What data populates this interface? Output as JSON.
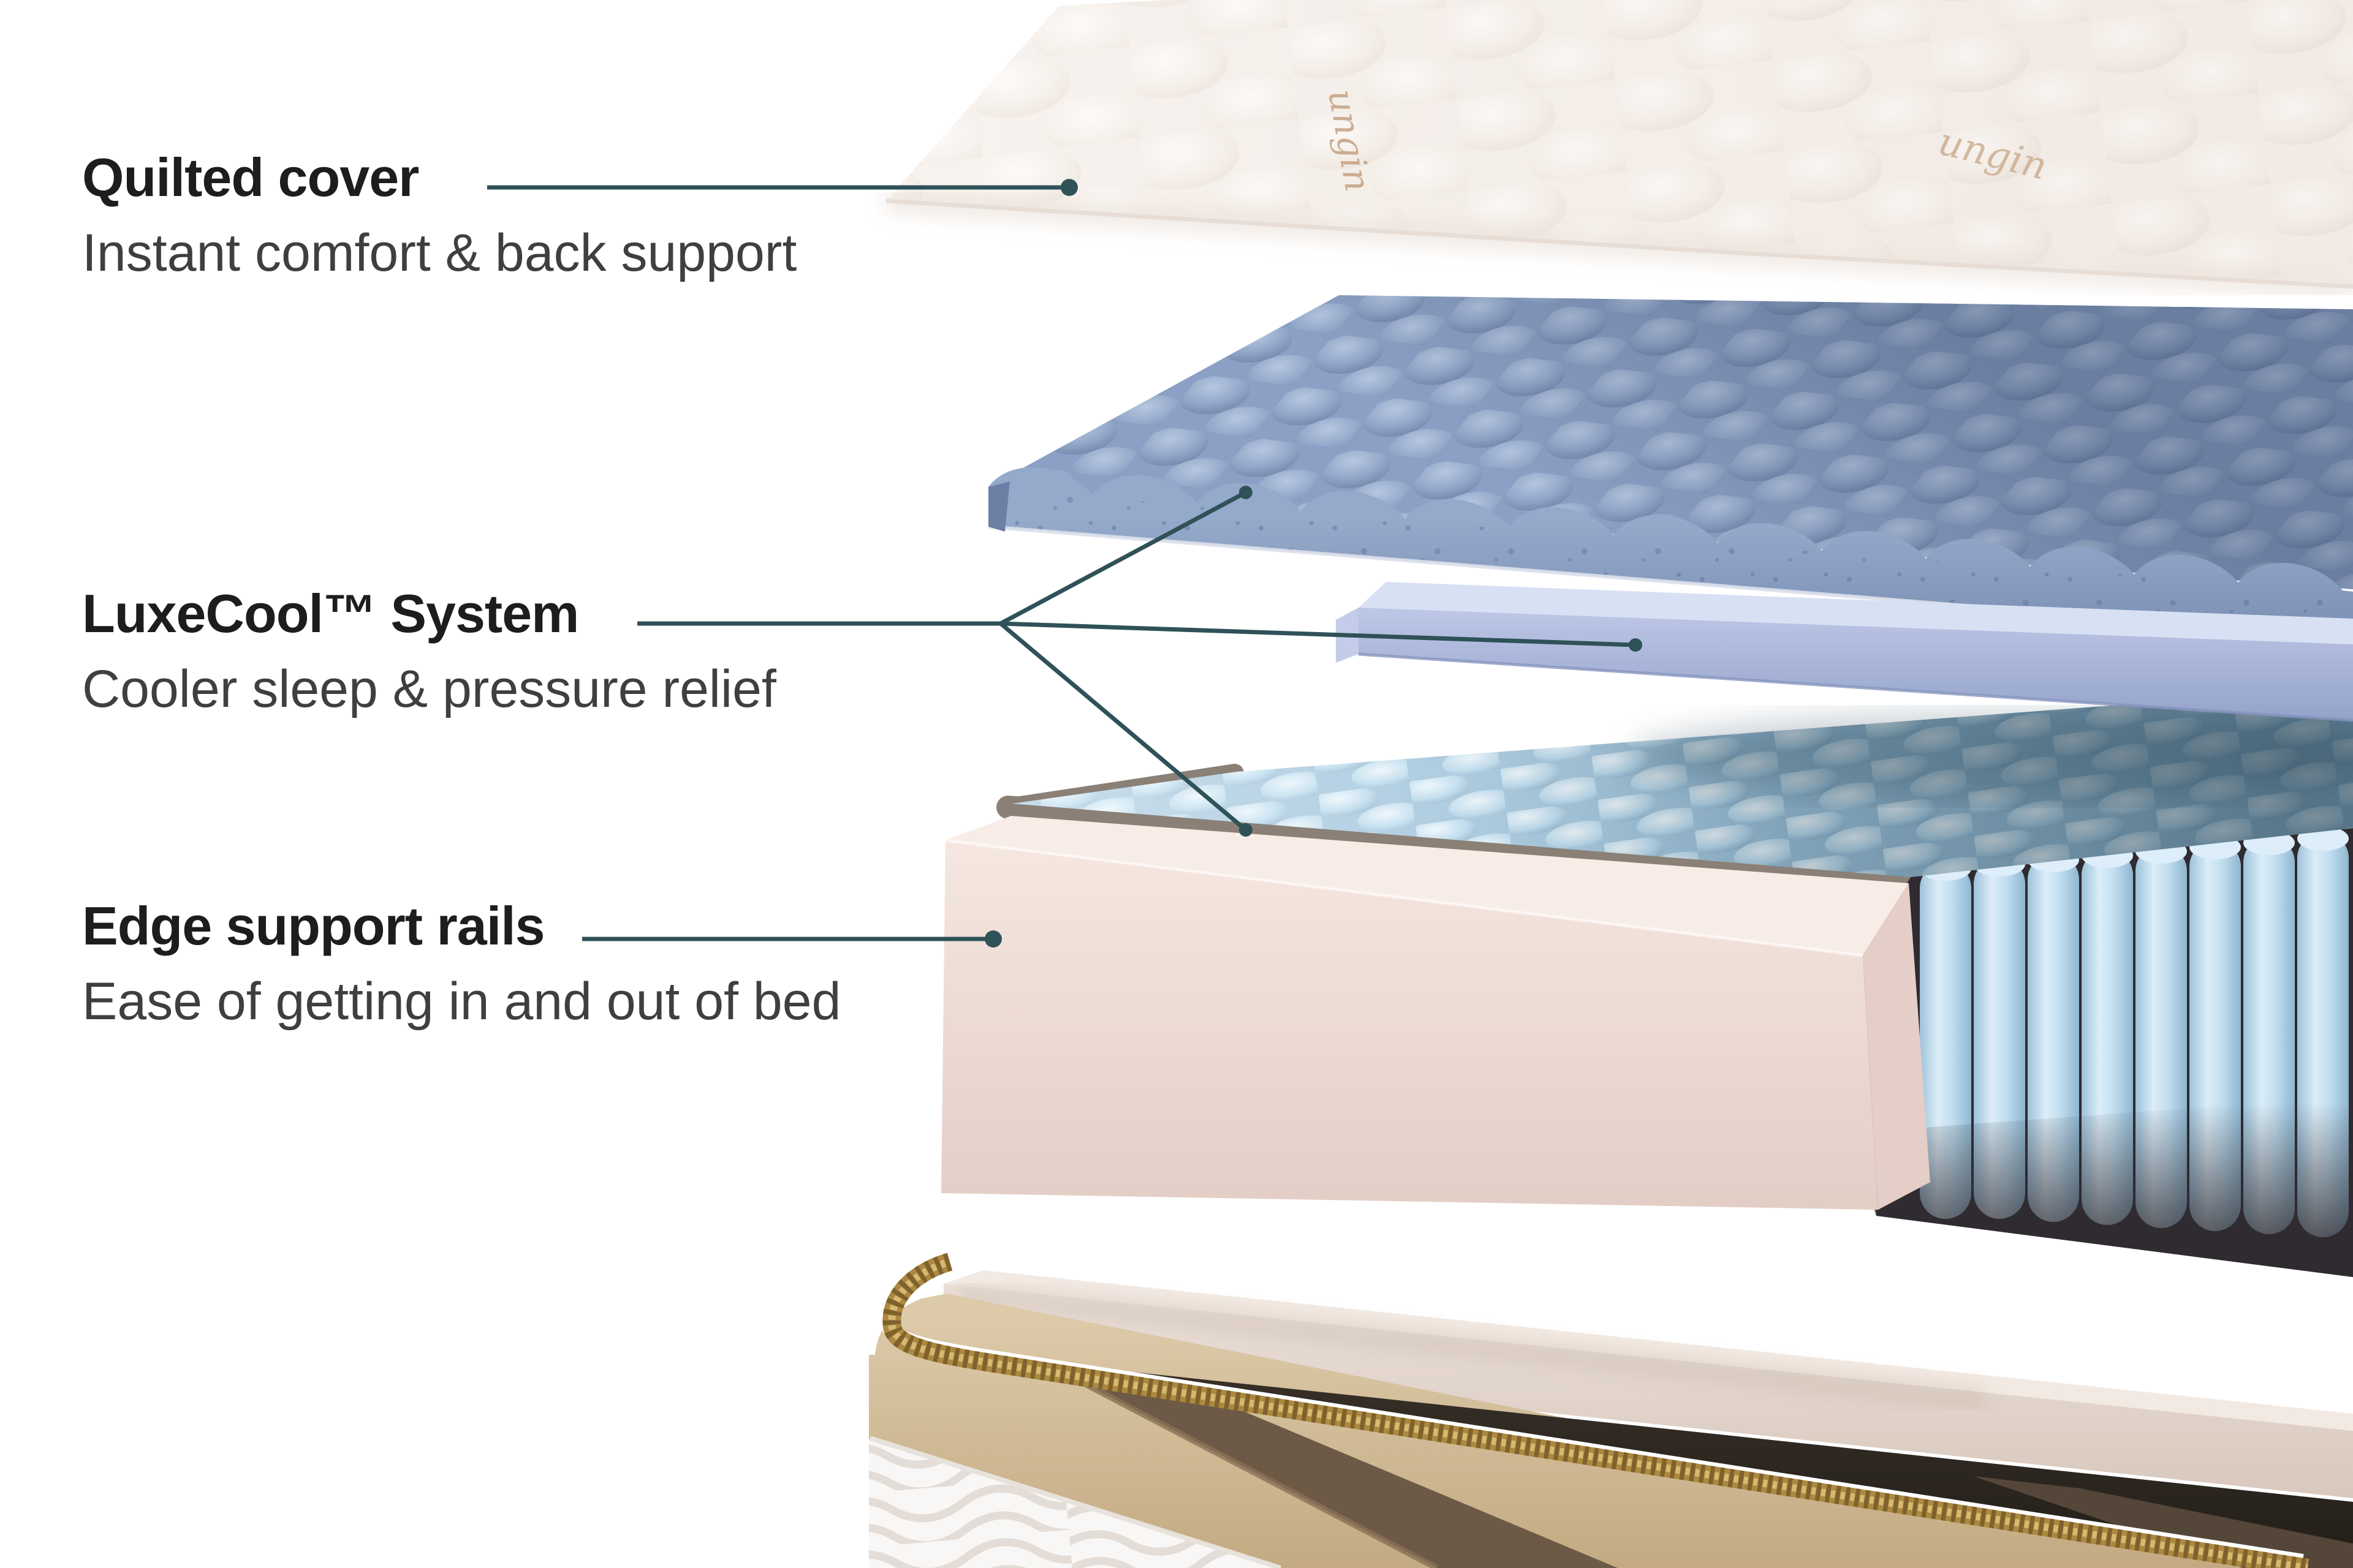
{
  "page": {
    "background_color": "#ffffff",
    "accent_color": "#2F5158",
    "title_color": "#1d1d1b",
    "subtitle_color": "#3f3f3f"
  },
  "annotations": [
    {
      "title": "Quilted cover",
      "subtitle": "Instant comfort & back support"
    },
    {
      "title": "LuxeCool™ System",
      "subtitle": "Cooler sleep & pressure relief"
    },
    {
      "title": "Edge support rails",
      "subtitle": "Ease of getting in and out of bed"
    }
  ],
  "illustration": {
    "embroidery_text": "ungin"
  }
}
